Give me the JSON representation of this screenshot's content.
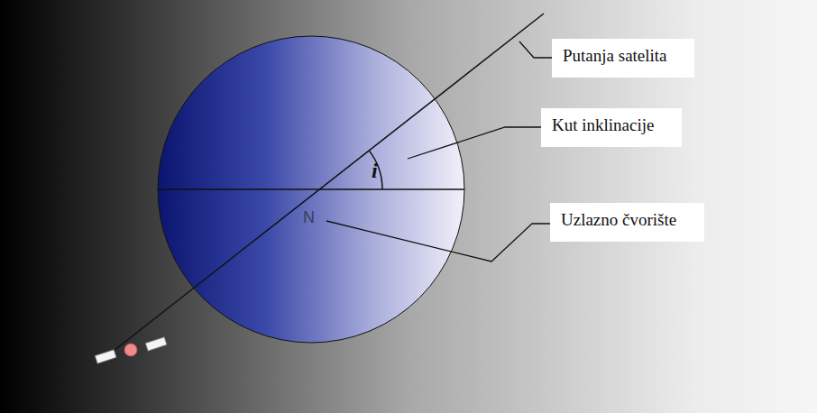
{
  "diagram": {
    "nodes": [
      {
        "text": [
          "Putanja satelita"
        ]
      },
      {
        "text": [
          "Kut inklinacije"
        ]
      },
      {
        "text": [
          "Uzlazno čvorište"
        ]
      }
    ],
    "labels": [
      "i",
      "N"
    ]
  }
}
